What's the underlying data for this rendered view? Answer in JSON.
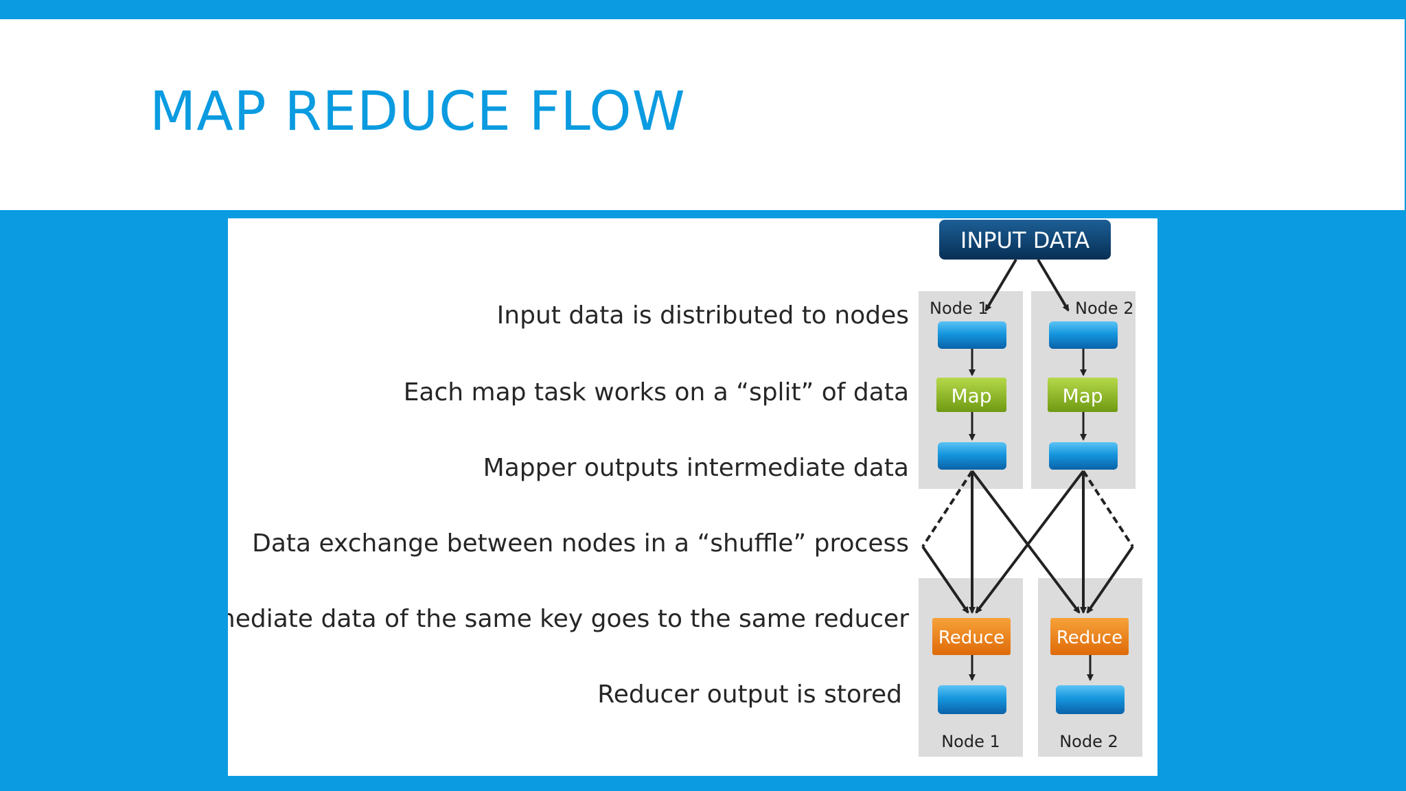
{
  "slide": {
    "title": "MAP REDUCE FLOW"
  },
  "diagram": {
    "input_label": "INPUT DATA",
    "steps": [
      "Input data is distributed to nodes",
      "Each map task works on a “split” of data",
      "Mapper outputs intermediate data",
      "Data exchange between nodes in a “shuffle” process",
      "Intermediate data of the same key goes to the same reducer",
      "Reducer output is stored"
    ],
    "top_nodes": [
      "Node 1",
      "Node 2"
    ],
    "bottom_nodes": [
      "Node 1",
      "Node 2"
    ],
    "map_label": "Map",
    "reduce_label": "Reduce",
    "colors": {
      "accent": "#0a9be0",
      "input_box": "#0a3f6e",
      "data_box": "#1596de",
      "map_box": "#8ab51f",
      "reduce_box": "#ec7a12",
      "node_panel": "#dcdcdc"
    }
  }
}
